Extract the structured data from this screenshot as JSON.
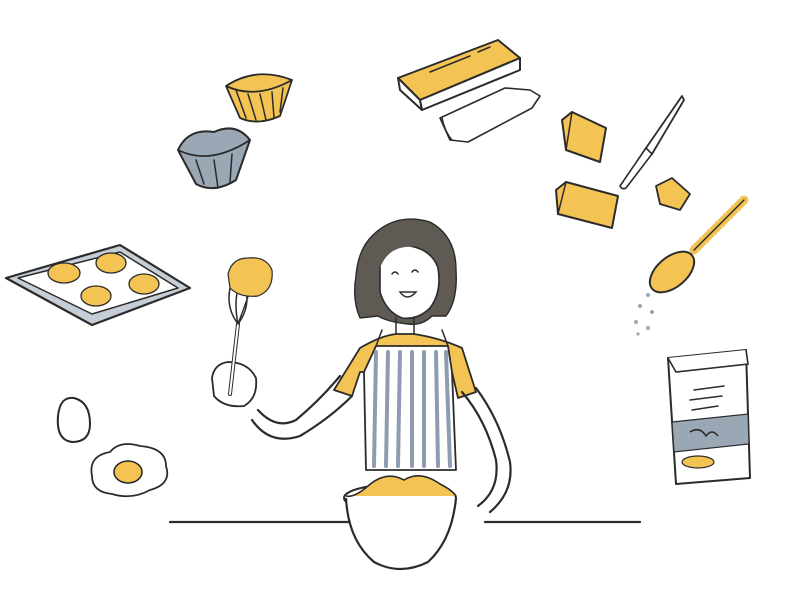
{
  "colors": {
    "background": "#ffffff",
    "ink": "#2b2b2b",
    "butter_yellow": "#f3c453",
    "slate_gray": "#9aa7b4",
    "apron_stripe": "#8e9cb0",
    "hair": "#5f5a54",
    "skin": "#ffffff"
  },
  "scene": {
    "description_items": [
      "woman-baker",
      "whisk",
      "mixing-bowl",
      "baking-tray",
      "paper-cupcake-liner",
      "metal-tart-mold",
      "plastic-wrap-box",
      "butter-block",
      "butter-knife",
      "measuring-spoon",
      "flour-bag",
      "whole-egg",
      "cracked-egg",
      "counter-line"
    ],
    "flour_bag_label": "Me"
  }
}
